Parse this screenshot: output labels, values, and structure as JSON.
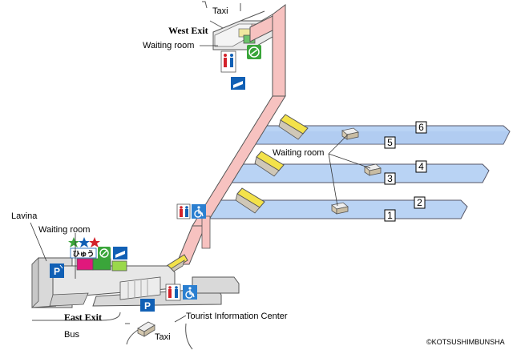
{
  "map": {
    "labels": {
      "taxi_top": "Taxi",
      "west_exit": "West Exit",
      "waiting_room_west": "Waiting room",
      "waiting_room_platform": "Waiting room",
      "waiting_room_east": "Waiting room",
      "lavina": "Lavina",
      "east_exit": "East Exit",
      "bus": "Bus",
      "taxi_bottom": "Taxi",
      "tourist_info": "Tourist Information Center",
      "shop_label": "ひゅう"
    },
    "platforms": [
      "1",
      "2",
      "3",
      "4",
      "5",
      "6"
    ],
    "credit": "©KOTSUSHIMBUNSHA",
    "icons": [
      "toilet-icon",
      "wheelchair-icon",
      "ticket-icon",
      "green-window-icon",
      "parking-icon",
      "shop-icon",
      "stars-icon",
      "escalator-icon"
    ],
    "colors": {
      "bridge": "#f7c2c0",
      "platform": "#b9d3f4",
      "concourse": "#d9d9d9",
      "escalator": "#f3e24a",
      "sign_blue": "#1160b5",
      "green": "#3aa53a",
      "magenta": "#e0187c"
    }
  }
}
